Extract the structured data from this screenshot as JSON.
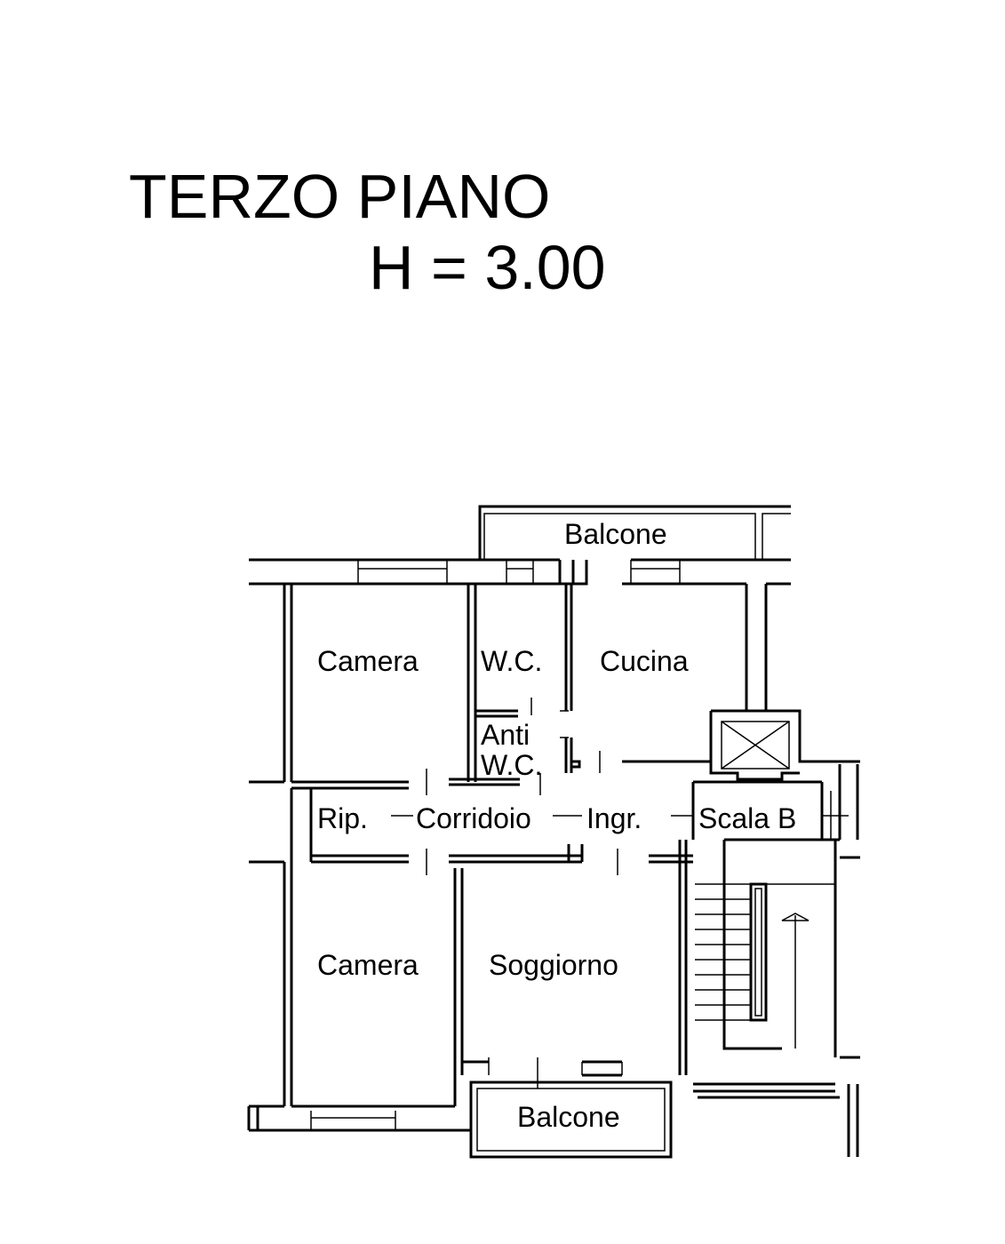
{
  "header": {
    "title": "TERZO PIANO",
    "height": "H = 3.00"
  },
  "rooms": {
    "balcone_top": "Balcone",
    "camera_top": "Camera",
    "wc": "W.C.",
    "cucina": "Cucina",
    "anti_line1": "Anti",
    "anti_line2": "W.C.",
    "rip": "Rip.",
    "corridoio": "Corridoio",
    "ingr": "Ingr.",
    "scala": "Scala B",
    "camera_bottom": "Camera",
    "soggiorno": "Soggiorno",
    "balcone_bottom": "Balcone"
  },
  "colors": {
    "ink": "#000000",
    "background": "#ffffff"
  }
}
